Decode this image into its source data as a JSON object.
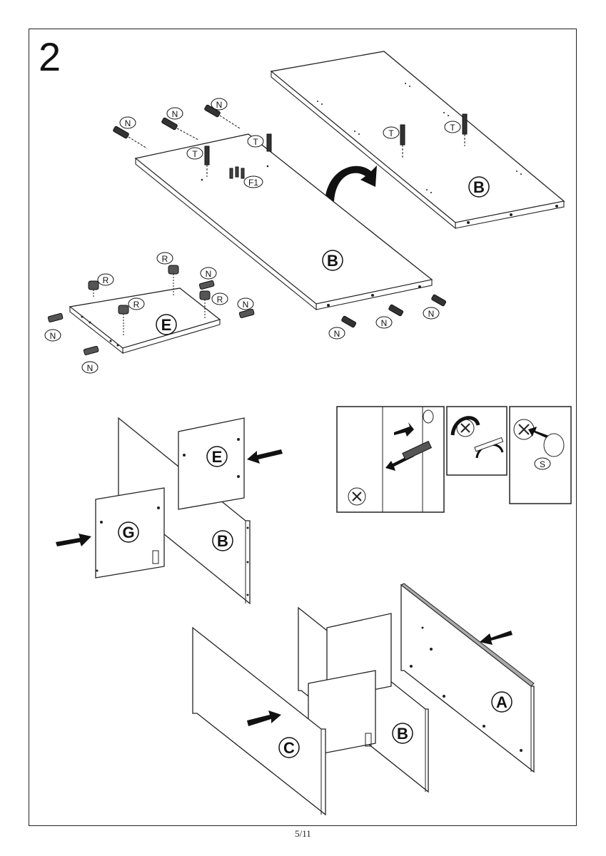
{
  "step_number": "2",
  "page_number": "5/11",
  "parts": {
    "N": "N",
    "T": "T",
    "F1": "F1",
    "R": "R",
    "S": "S",
    "A": "A",
    "B": "B",
    "C": "C",
    "E": "E",
    "G": "G"
  }
}
